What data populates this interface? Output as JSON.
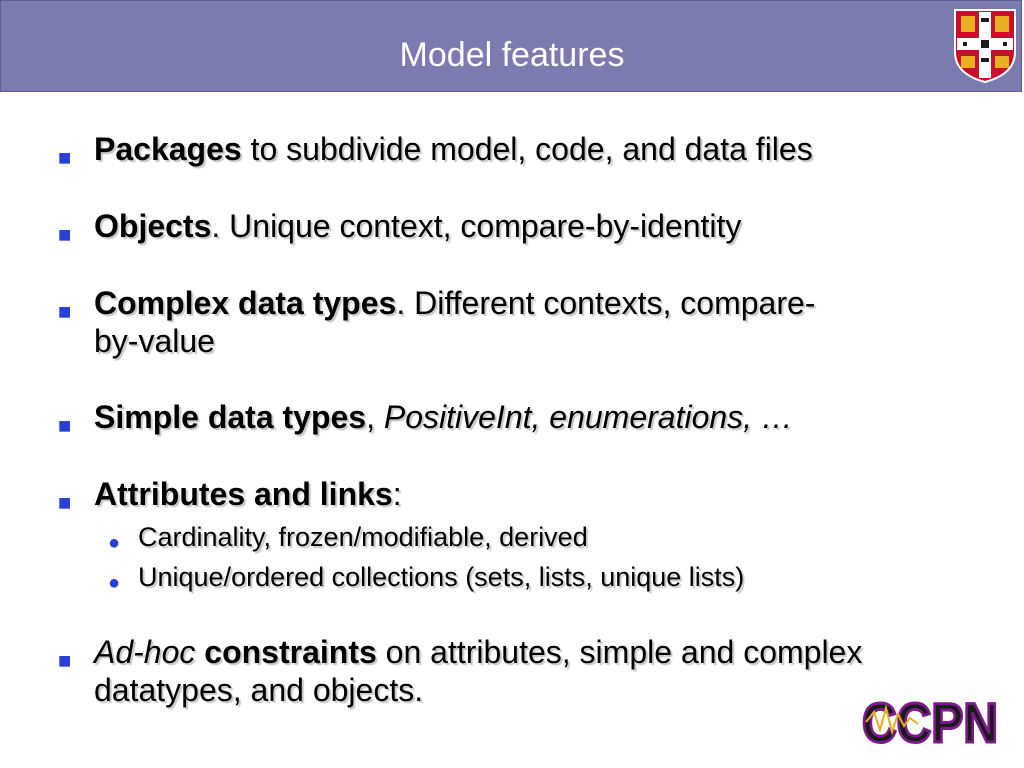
{
  "slide": {
    "title": "Model features"
  },
  "bullets": [
    {
      "marker": "■",
      "b1": "Packages",
      "t1": " to subdivide model, code, and data files"
    },
    {
      "marker": "■",
      "b1": "Objects",
      "t1": ". Unique context, compare-by-identity"
    },
    {
      "marker": "■",
      "b1": "Complex data types",
      "t1": ". Different contexts, compare-by-value"
    },
    {
      "marker": "■",
      "b1": "Simple data types",
      "t1": ", ",
      "i1": "PositiveInt, enumerations, …"
    },
    {
      "marker": "■",
      "b1": "Attributes and links",
      "t1": ":"
    },
    {
      "marker": "■",
      "i1": "Ad-hoc",
      "b1": "constraints",
      "t1": " on attributes, simple and complex datatypes, and objects."
    }
  ],
  "subbullets": [
    {
      "marker": "●",
      "text": "Cardinality, frozen/modifiable, derived"
    },
    {
      "marker": "●",
      "text": "Unique/ordered collections (sets, lists, unique lists)"
    }
  ],
  "logo": {
    "text": "CCPN"
  },
  "colors": {
    "title_bar": "#7b7bb0",
    "bullet_marker": "#2a3fd6",
    "logo_purple": "#7b1a8a",
    "logo_dark": "#1a1a1a"
  }
}
